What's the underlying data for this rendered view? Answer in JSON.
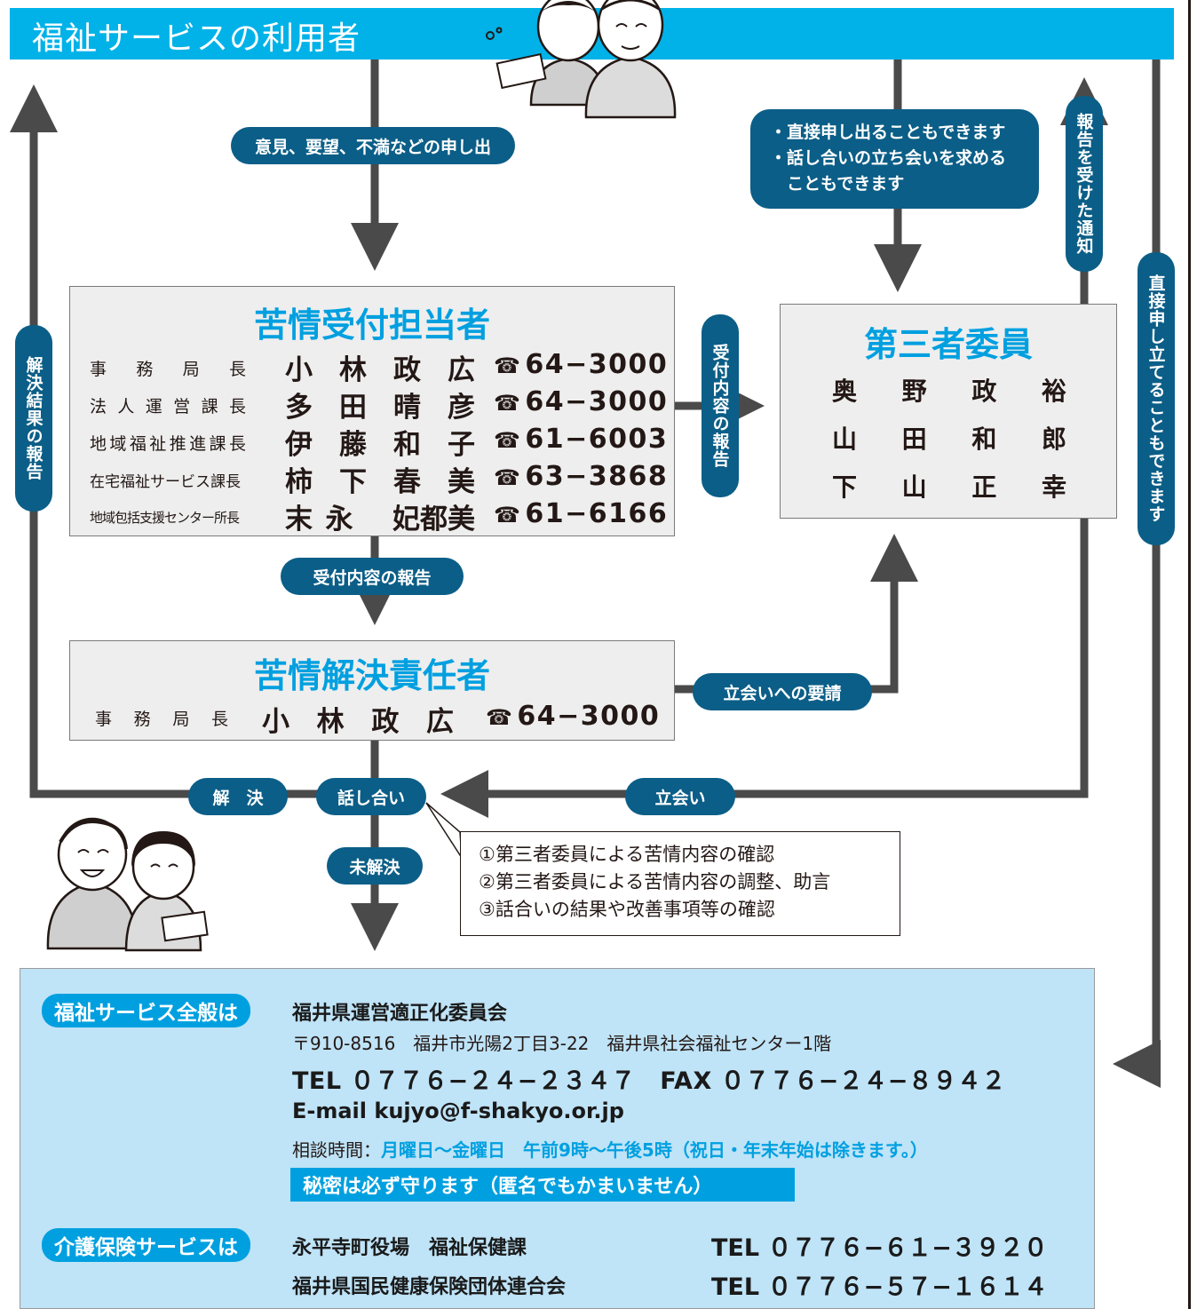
{
  "header": {
    "title": "福祉サービスの利用者"
  },
  "flow_labels": {
    "opinion": "意見、要望、不満などの申し出",
    "direct_note": [
      "・直接申し出ることもできます",
      "・話し合いの立ち会いを求める",
      "　こともできます"
    ],
    "report_notice": "報告を受けた通知",
    "direct_file": "直接申し立てることもできます",
    "resolution_report": "解決結果の報告",
    "report_to_committee": "受付内容の報告",
    "report_to_resolver": "受付内容の報告",
    "witness_request": "立会いへの要請",
    "resolved": "解　決",
    "discussion": "話し合い",
    "witness": "立会い",
    "unresolved": "未解決"
  },
  "receiver_box": {
    "title": "苦情受付担当者",
    "rows": [
      {
        "role": "事務局長",
        "name": [
          "小",
          "林",
          "政",
          "広"
        ],
        "phone": "64−3000"
      },
      {
        "role": "法人運営課長",
        "name": [
          "多",
          "田",
          "晴",
          "彦"
        ],
        "phone": "64−3000"
      },
      {
        "role": "地域福祉推進課長",
        "name": [
          "伊",
          "藤",
          "和",
          "子"
        ],
        "phone": "61−6003"
      },
      {
        "role": "在宅福祉サービス課長",
        "name": [
          "柿",
          "下",
          "春",
          "美"
        ],
        "phone": "63−3868"
      },
      {
        "role": "地域包括支援センター所長",
        "name": [
          "末",
          "永",
          "妃都美"
        ],
        "phone": "61−6166"
      }
    ]
  },
  "committee_box": {
    "title": "第三者委員",
    "members": [
      [
        "奥",
        "野",
        "政",
        "裕"
      ],
      [
        "山",
        "田",
        "和",
        "郎"
      ],
      [
        "下",
        "山",
        "正",
        "幸"
      ]
    ]
  },
  "resolver_box": {
    "title": "苦情解決責任者",
    "role": "事務局長",
    "name": [
      "小",
      "林",
      "政",
      "広"
    ],
    "phone": "64−3000"
  },
  "callout": [
    "①第三者委員による苦情内容の確認",
    "②第三者委員による苦情内容の調整、助言",
    "③話合いの結果や改善事項等の確認"
  ],
  "phone_symbol": "☎",
  "contact": {
    "general_label": "福祉サービス全般は",
    "org": "福井県運営適正化委員会",
    "address": "〒910-8516　福井市光陽2丁目3-22　福井県社会福祉センター1階",
    "tel_fax": "TEL ０７７６−２４−２３４７　FAX ０７７６−２４−８９４２",
    "email": "E-mail kujyo@f-shakyo.or.jp",
    "hours_label": "相談時間：",
    "hours": "月曜日～金曜日　午前9時～午後5時（祝日・年末年始は除きます。）",
    "secret": "秘密は必ず守ります（匿名でもかまいません）",
    "care_label": "介護保険サービスは",
    "care_orgs": [
      {
        "name": "永平寺町役場　福祉保健課",
        "tel": "TEL ０７７６−６１−３９２０"
      },
      {
        "name": "福井県国民健康保険団体連合会",
        "tel": "TEL ０７７６−５７−１６１４"
      }
    ]
  },
  "colors": {
    "accent": "#00b2e8",
    "label": "#0b5e87",
    "box": "#eeeeee",
    "contact_bg": "#bfe3f7",
    "arrow": "#4a4a4a"
  }
}
